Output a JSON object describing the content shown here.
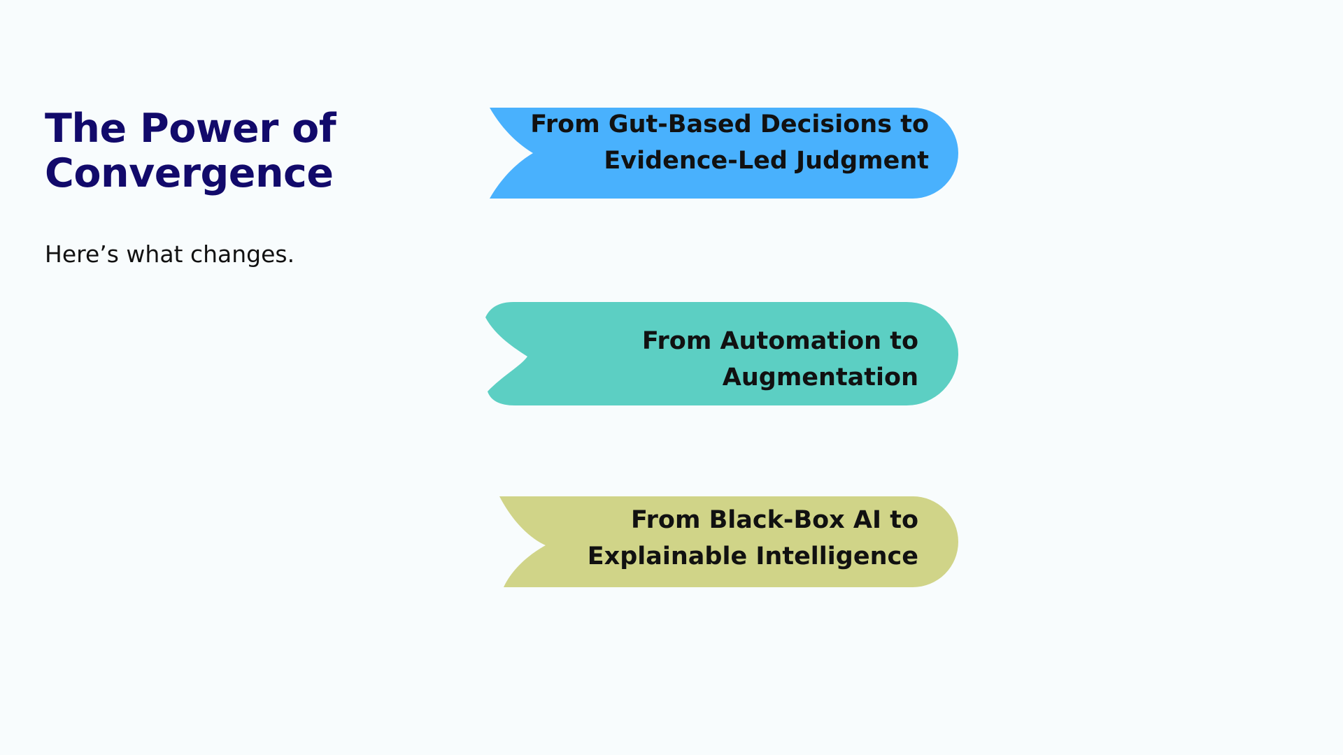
{
  "slide": {
    "title_line1": "The Power of",
    "title_line2": "Convergence",
    "subtitle": "Here’s what changes."
  },
  "banners": [
    {
      "line1": "From Gut-Based Decisions to",
      "line2": "Evidence-Led Judgment",
      "color": "#49b1fd"
    },
    {
      "line1": "From Automation to",
      "line2": "Augmentation",
      "color": "#5ccfc3"
    },
    {
      "line1": "From Black-Box AI to",
      "line2": "Explainable Intelligence",
      "color": "#d0d488"
    }
  ]
}
